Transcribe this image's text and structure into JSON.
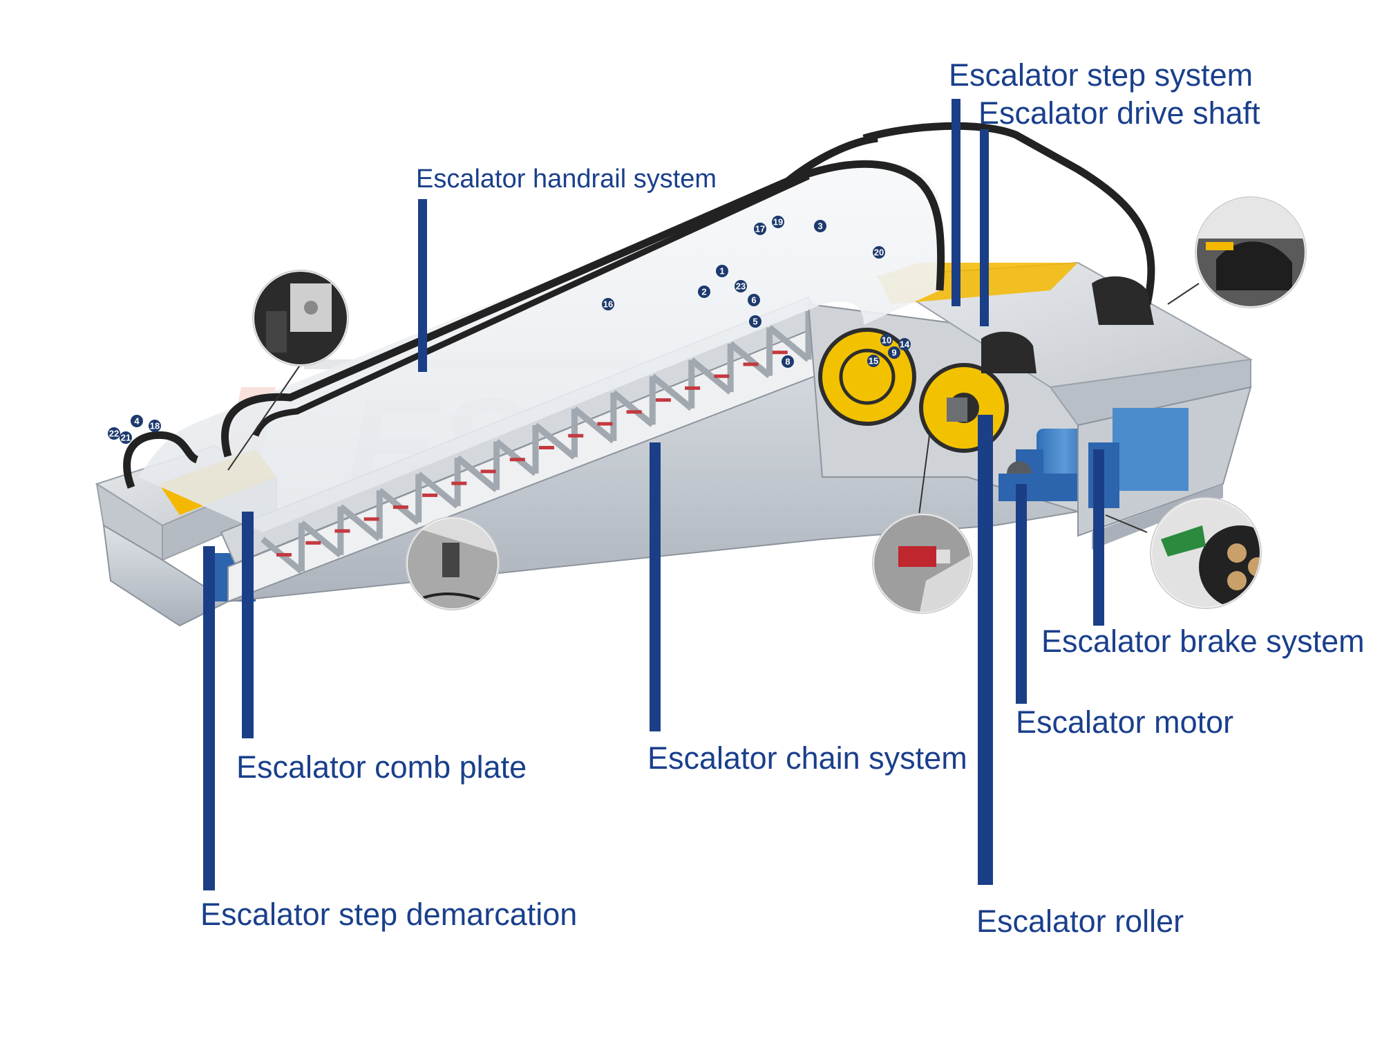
{
  "labels": {
    "step_system": "Escalator step system",
    "drive_shaft": "Escalator drive shaft",
    "handrail_system": "Escalator handrail system",
    "brake_system": "Escalator brake system",
    "motor": "Escalator motor",
    "comb_plate": "Escalator comb plate",
    "chain_system": "Escalator chain system",
    "step_demarcation": "Escalator step demarcation",
    "roller": "Escalator roller"
  },
  "watermark": "ESCALATOR",
  "part_numbers": [
    "1",
    "2",
    "3",
    "4",
    "5",
    "6",
    "8",
    "9",
    "10",
    "14",
    "15",
    "16",
    "17",
    "18",
    "19",
    "20",
    "21",
    "22",
    "23"
  ],
  "colors": {
    "label_text": "#1a3f8c",
    "leader_line": "#1b3f87",
    "truss": "#b9bfc7",
    "handrail": "#222222",
    "motor": "#3d7fc4",
    "gear": "#f2c200",
    "badge": "#1d3a6e",
    "comb_yellow": "#f5b800"
  }
}
